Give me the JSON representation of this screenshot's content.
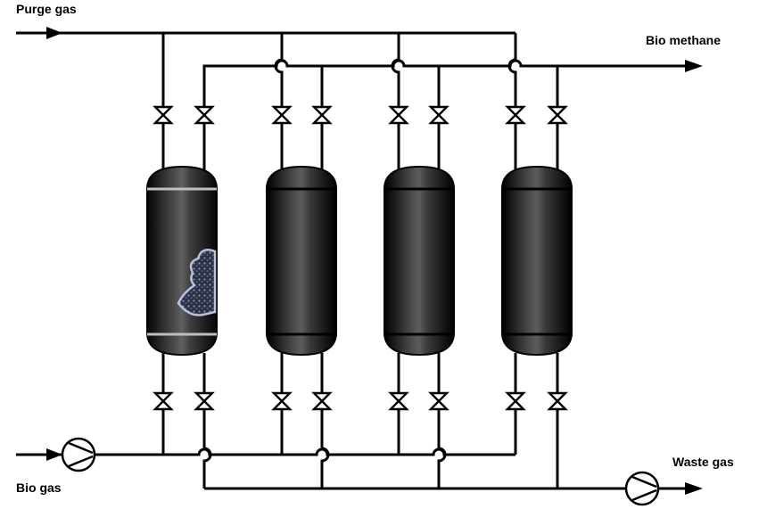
{
  "labels": {
    "purge_gas": "Purge gas",
    "bio_methane": "Bio methane",
    "bio_gas": "Bio gas",
    "waste_gas": "Waste gas"
  },
  "vessels": [
    {
      "id": "column-1",
      "state": "adsorbing",
      "shows_adsorbent_cutaway": true
    },
    {
      "id": "column-2",
      "state": "closed",
      "shows_adsorbent_cutaway": false
    },
    {
      "id": "column-3",
      "state": "closed",
      "shows_adsorbent_cutaway": false
    },
    {
      "id": "column-4",
      "state": "closed",
      "shows_adsorbent_cutaway": false
    }
  ],
  "components": {
    "valves_per_vessel": 4,
    "pumps": [
      "bio-gas-compressor",
      "waste-gas-vacuum-pump"
    ]
  },
  "colors": {
    "vessel_dark": "#000000",
    "vessel_highlight": "#5a5a5a",
    "active_band": "#bfbfbf",
    "adsorbent": "#2c3246",
    "adsorbent_outline": "#b8c4dc"
  }
}
